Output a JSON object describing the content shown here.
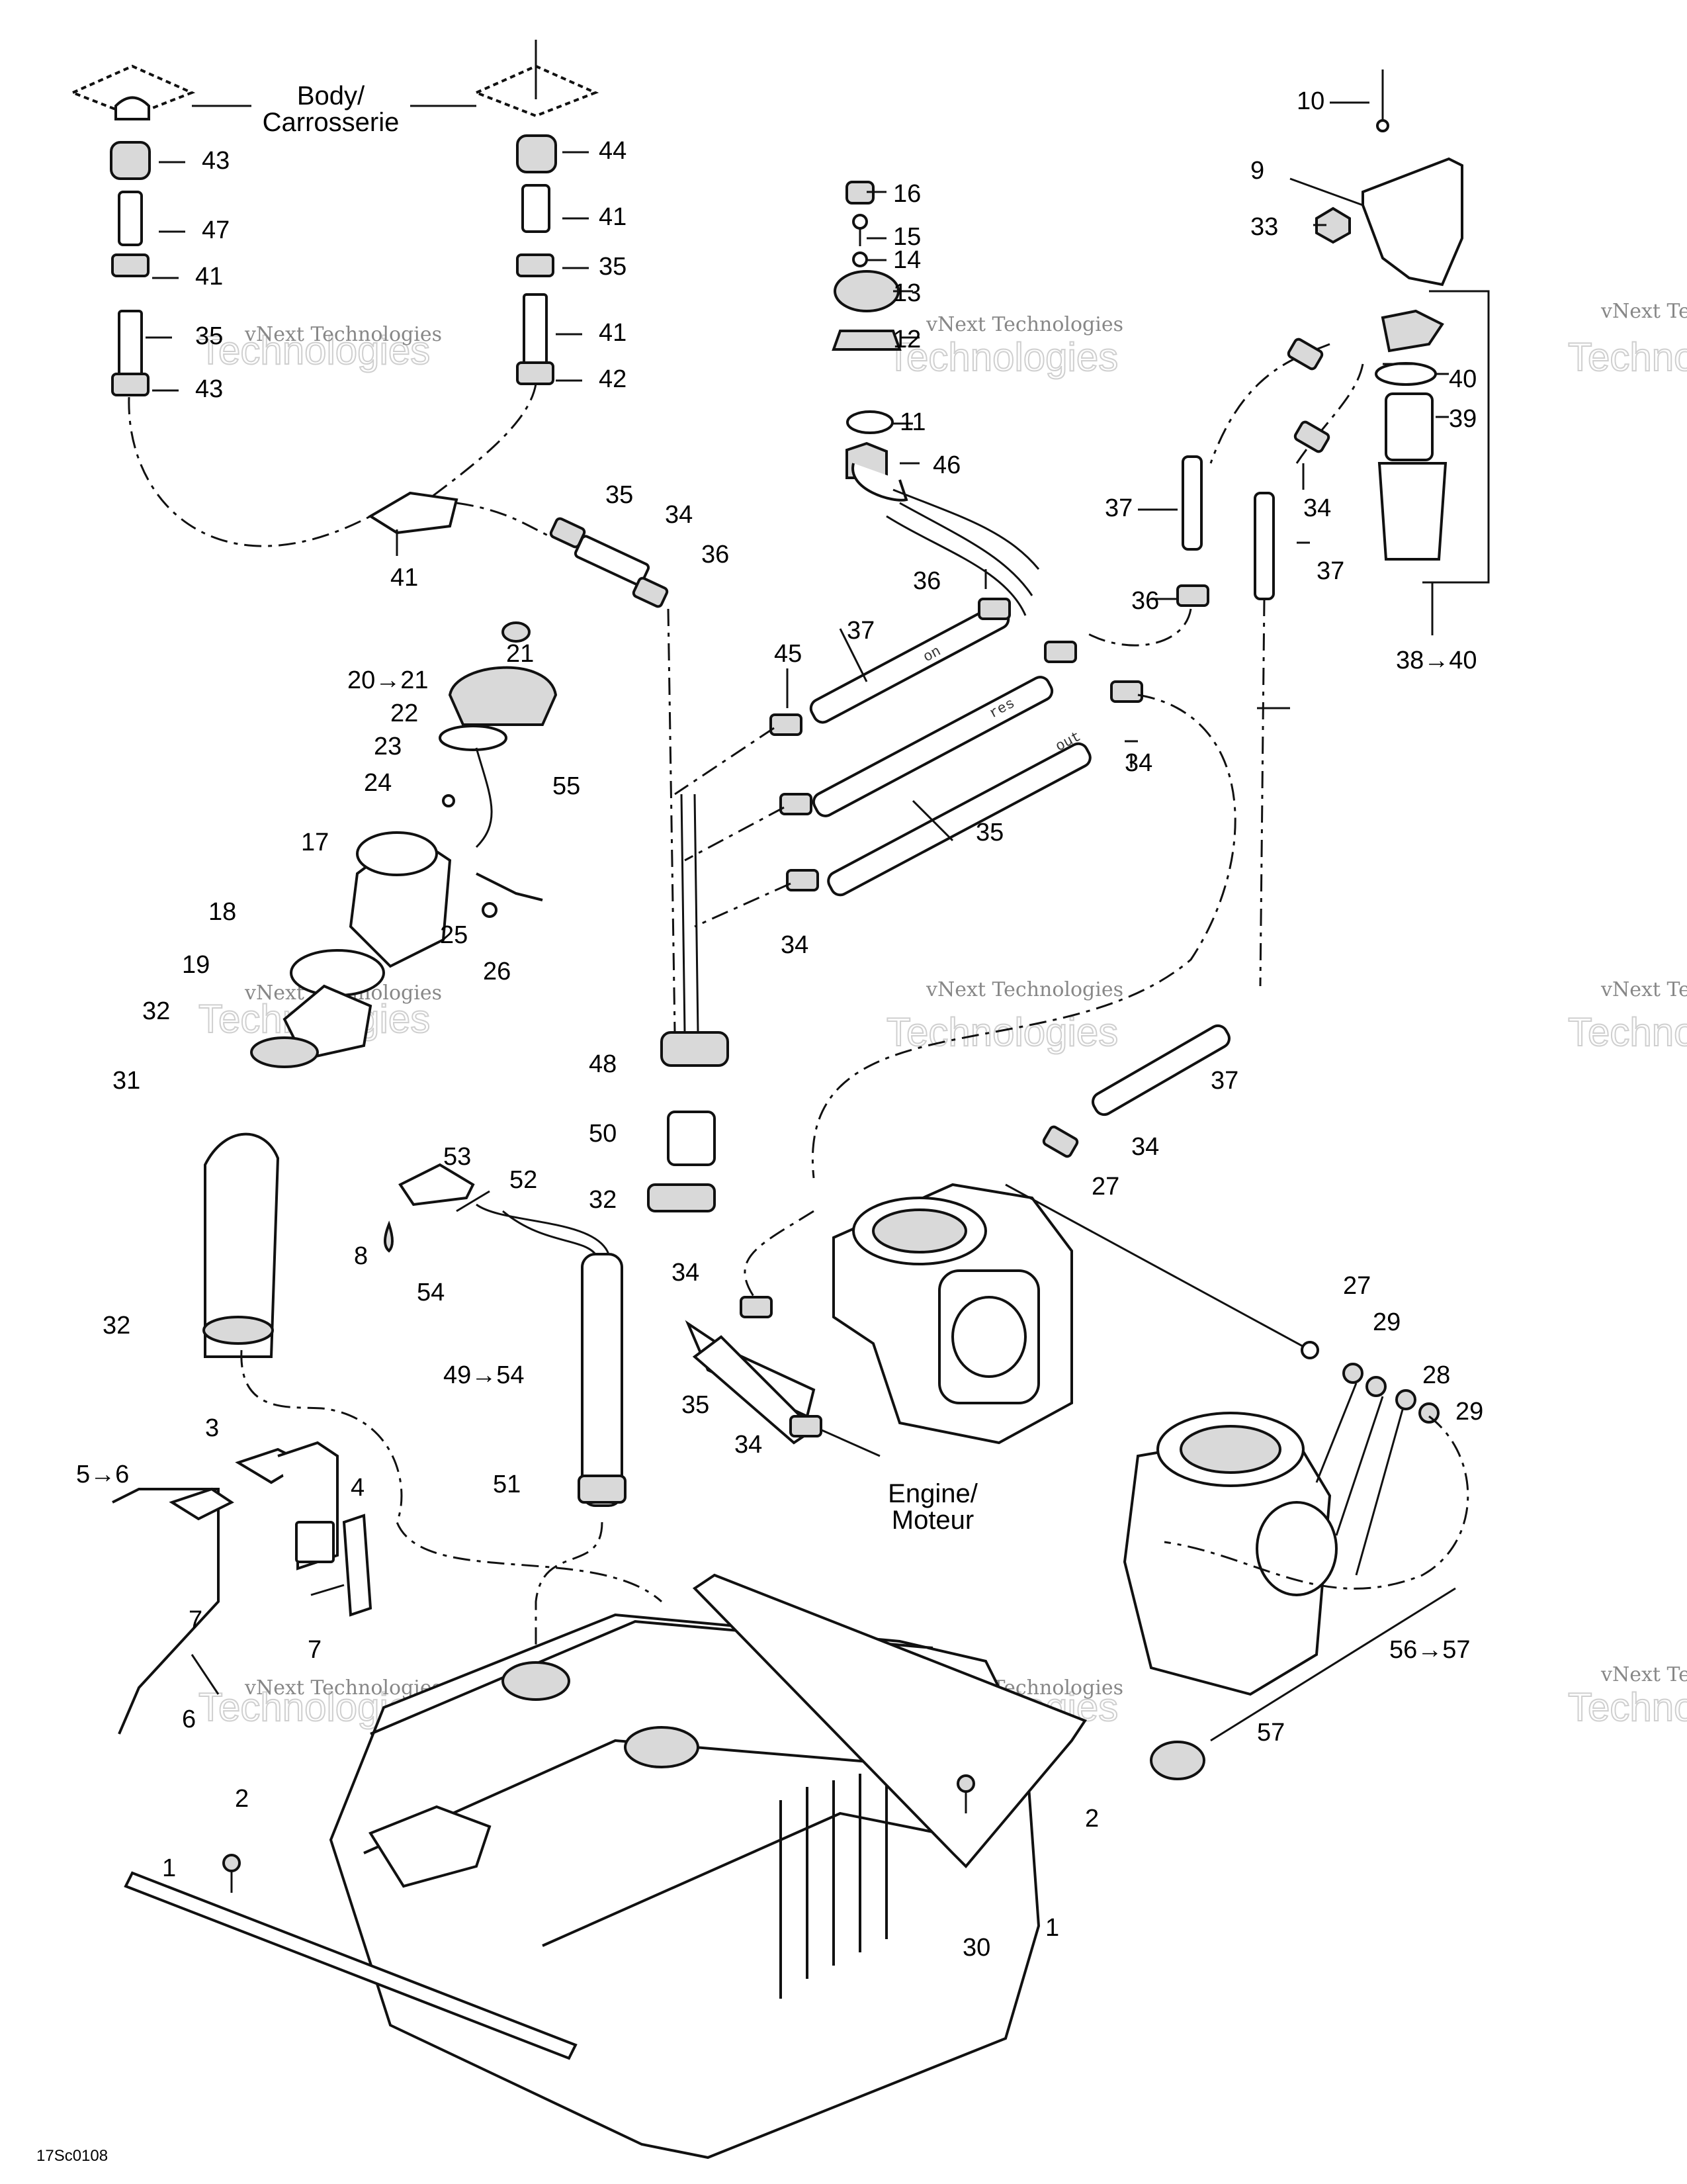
{
  "labels": {
    "body": [
      "Body/",
      "Carrosserie"
    ],
    "engine": [
      "Engine/",
      "Moteur"
    ],
    "drawing_code": "17Sc0108",
    "hose_on": "on",
    "hose_res": "res",
    "hose_out": "out"
  },
  "watermark": {
    "line1": "vNext Technologies",
    "line2": "vNext",
    "line3": "Technologies"
  },
  "callouts": [
    "10",
    "9",
    "33",
    "16",
    "15",
    "14",
    "13",
    "12",
    "11",
    "46",
    "43",
    "47",
    "41",
    "35",
    "43",
    "44",
    "41",
    "35",
    "41",
    "42",
    "41",
    "35",
    "34",
    "36",
    "40",
    "39",
    "37",
    "34",
    "37",
    "36",
    "36",
    "37",
    "45",
    "38→40",
    "21",
    "20→21",
    "22",
    "23",
    "24",
    "55",
    "35",
    "34",
    "17",
    "25",
    "26",
    "18",
    "19",
    "34",
    "32",
    "31",
    "48",
    "37",
    "50",
    "34",
    "27",
    "53",
    "52",
    "32",
    "8",
    "54",
    "34",
    "27",
    "29",
    "28",
    "35",
    "29",
    "34",
    "49→54",
    "32",
    "3",
    "5→6",
    "4",
    "51",
    "7",
    "7",
    "6",
    "56→57",
    "57",
    "2",
    "2",
    "1",
    "1",
    "30"
  ]
}
